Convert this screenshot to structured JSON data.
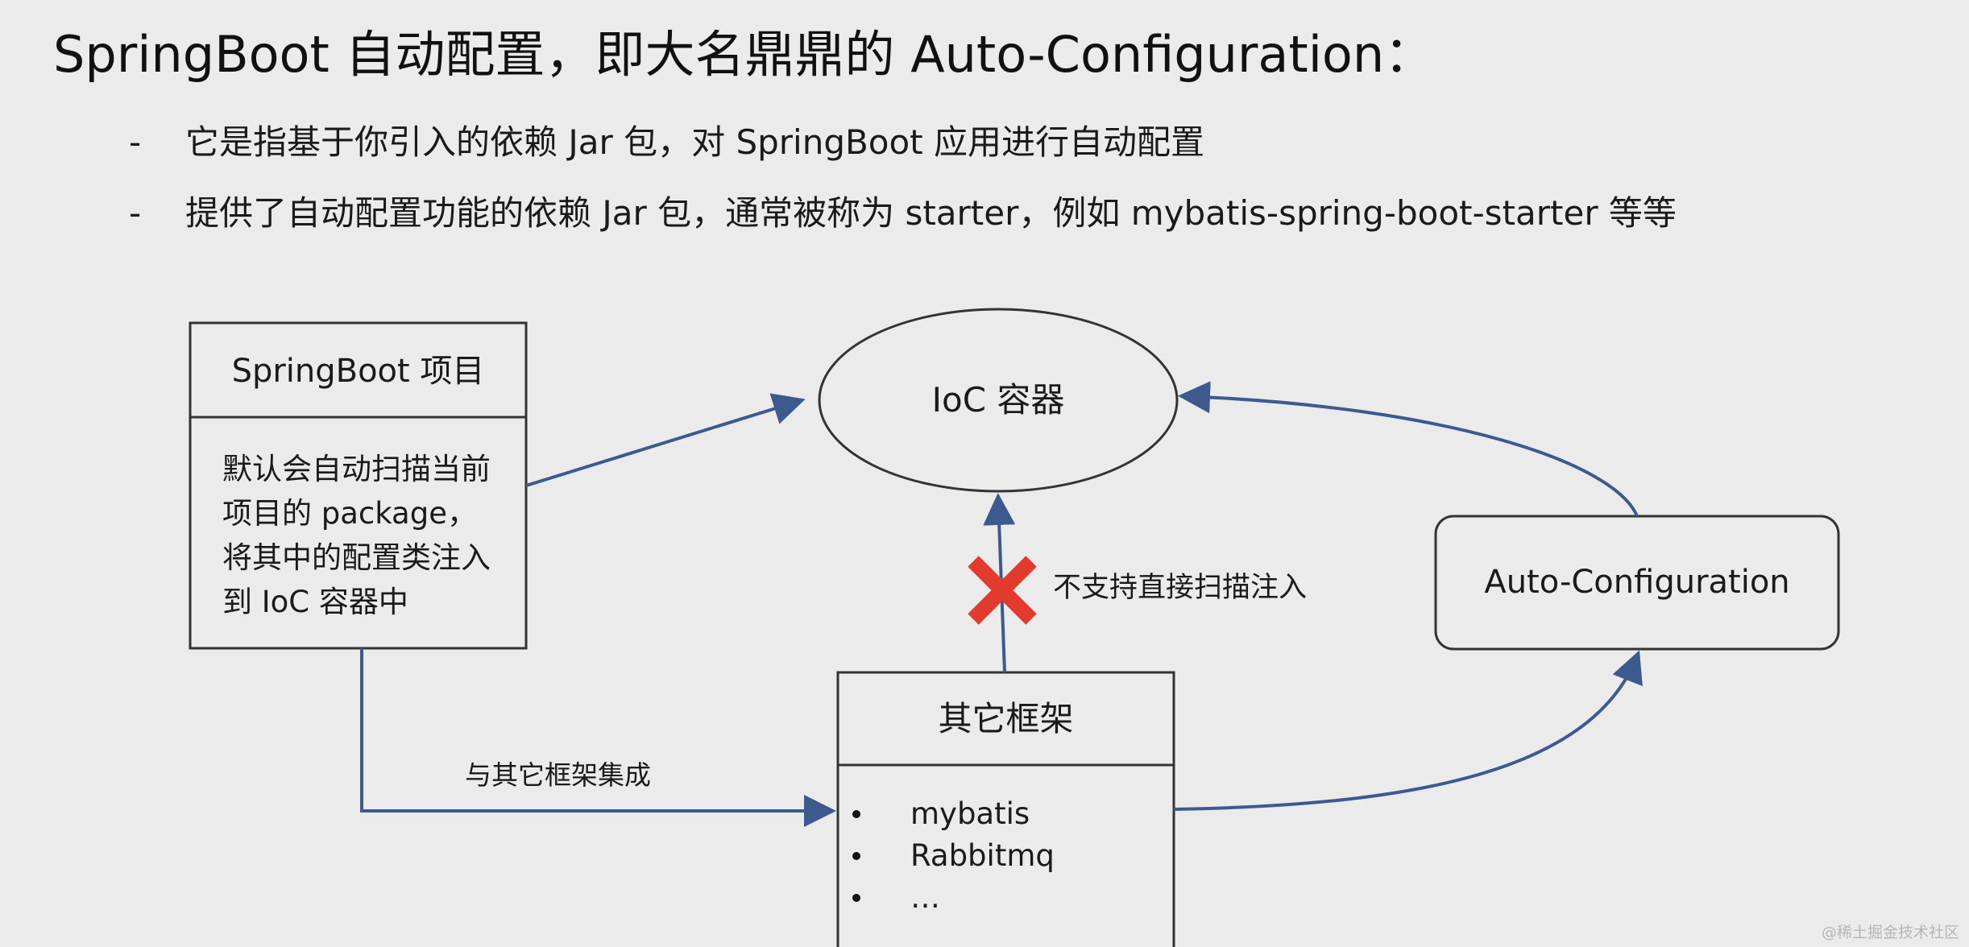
{
  "title": "SpringBoot 自动配置，即大名鼎鼎的 Auto-Configuration：",
  "bullets": [
    {
      "marker": "-",
      "text": "它是指基于你引入的依赖 Jar 包，对 SpringBoot 应用进行自动配置"
    },
    {
      "marker": "-",
      "text": "提供了自动配置功能的依赖 Jar 包，通常被称为 starter，例如 mybatis-spring-boot-starter 等等"
    }
  ],
  "diagram": {
    "springboot_box": {
      "header": "SpringBoot 项目",
      "body": "默认会自动扫描当前项目的 package，将其中的配置类注入到 IoC 容器中"
    },
    "ioc_container": {
      "label": "IoC 容器"
    },
    "auto_config_box": {
      "label": "Auto-Configuration"
    },
    "other_frameworks_box": {
      "header": "其它框架",
      "items": [
        "mybatis",
        "Rabbitmq",
        "…"
      ]
    },
    "edge_integrate_label": "与其它框架集成",
    "edge_no_scan_label": "不支持直接扫描注入",
    "colors": {
      "arrow": "#3d5a8f",
      "box_border": "#333333",
      "cross": "#e23b2e"
    }
  },
  "watermark": "@稀土掘金技术社区"
}
